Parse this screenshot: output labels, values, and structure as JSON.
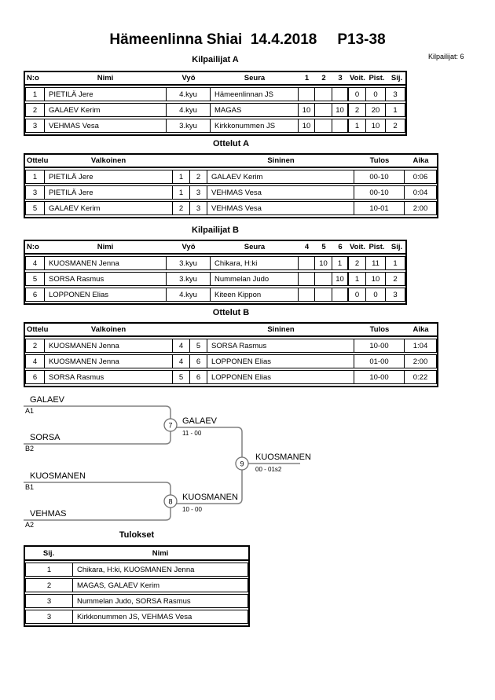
{
  "header": {
    "title": "Hämeenlinna Shiai  14.4.2018",
    "category": "P13-38",
    "competitor_count_label": "Kilpailijat: 6"
  },
  "pool_a": {
    "title": "Kilpailijat A",
    "columns": {
      "no": "N:o",
      "name": "Nimi",
      "belt": "Vyö",
      "club": "Seura",
      "c1": "1",
      "c2": "2",
      "c3": "3",
      "wins": "Voit.",
      "points": "Pist.",
      "place": "Sij."
    },
    "rows": [
      {
        "no": "1",
        "name": "PIETILÄ Jere",
        "belt": "4.kyu",
        "club": "Hämeenlinnan JS",
        "c1": "",
        "c2": "",
        "c3": "",
        "wins": "0",
        "points": "0",
        "place": "3"
      },
      {
        "no": "2",
        "name": "GALAEV Kerim",
        "belt": "4.kyu",
        "club": "MAGAS",
        "c1": "10",
        "c2": "",
        "c3": "10",
        "wins": "2",
        "points": "20",
        "place": "1"
      },
      {
        "no": "3",
        "name": "VEHMAS Vesa",
        "belt": "3.kyu",
        "club": "Kirkkonummen JS",
        "c1": "10",
        "c2": "",
        "c3": "",
        "wins": "1",
        "points": "10",
        "place": "2"
      }
    ]
  },
  "matches_a": {
    "title": "Ottelut A",
    "columns": {
      "no": "Ottelu",
      "white": "Valkoinen",
      "blue": "Sininen",
      "result": "Tulos",
      "time": "Aika"
    },
    "rows": [
      {
        "no": "1",
        "white": "PIETILÄ Jere",
        "wn": "1",
        "bn": "2",
        "blue": "GALAEV Kerim",
        "result": "00-10",
        "time": "0:06"
      },
      {
        "no": "3",
        "white": "PIETILÄ Jere",
        "wn": "1",
        "bn": "3",
        "blue": "VEHMAS Vesa",
        "result": "00-10",
        "time": "0:04"
      },
      {
        "no": "5",
        "white": "GALAEV Kerim",
        "wn": "2",
        "bn": "3",
        "blue": "VEHMAS Vesa",
        "result": "10-01",
        "time": "2:00"
      }
    ]
  },
  "pool_b": {
    "title": "Kilpailijat B",
    "columns": {
      "no": "N:o",
      "name": "Nimi",
      "belt": "Vyö",
      "club": "Seura",
      "c1": "4",
      "c2": "5",
      "c3": "6",
      "wins": "Voit.",
      "points": "Pist.",
      "place": "Sij."
    },
    "rows": [
      {
        "no": "4",
        "name": "KUOSMANEN Jenna",
        "belt": "3.kyu",
        "club": "Chikara, H:ki",
        "c1": "",
        "c2": "10",
        "c3": "1",
        "wins": "2",
        "points": "11",
        "place": "1"
      },
      {
        "no": "5",
        "name": "SORSA Rasmus",
        "belt": "3.kyu",
        "club": "Nummelan Judo",
        "c1": "",
        "c2": "",
        "c3": "10",
        "wins": "1",
        "points": "10",
        "place": "2"
      },
      {
        "no": "6",
        "name": "LOPPONEN Elias",
        "belt": "4.kyu",
        "club": "Kiteen Kippon",
        "c1": "",
        "c2": "",
        "c3": "",
        "wins": "0",
        "points": "0",
        "place": "3"
      }
    ]
  },
  "matches_b": {
    "title": "Ottelut B",
    "columns": {
      "no": "Ottelu",
      "white": "Valkoinen",
      "blue": "Sininen",
      "result": "Tulos",
      "time": "Aika"
    },
    "rows": [
      {
        "no": "2",
        "white": "KUOSMANEN Jenna",
        "wn": "4",
        "bn": "5",
        "blue": "SORSA Rasmus",
        "result": "10-00",
        "time": "1:04"
      },
      {
        "no": "4",
        "white": "KUOSMANEN Jenna",
        "wn": "4",
        "bn": "6",
        "blue": "LOPPONEN Elias",
        "result": "01-00",
        "time": "2:00"
      },
      {
        "no": "6",
        "white": "SORSA Rasmus",
        "wn": "5",
        "bn": "6",
        "blue": "LOPPONEN Elias",
        "result": "10-00",
        "time": "0:22"
      }
    ]
  },
  "bracket": {
    "semi1": {
      "top_name": "GALAEV",
      "top_seed": "A1",
      "bottom_name": "SORSA",
      "bottom_seed": "B2",
      "match_no": "7",
      "winner": "GALAEV",
      "score": "11 - 00"
    },
    "semi2": {
      "top_name": "KUOSMANEN",
      "top_seed": "B1",
      "bottom_name": "VEHMAS",
      "bottom_seed": "A2",
      "match_no": "8",
      "winner": "KUOSMANEN",
      "score": "10 - 00"
    },
    "final": {
      "match_no": "9",
      "winner": "KUOSMANEN",
      "score": "00 - 01s2"
    },
    "line_color": "#808080"
  },
  "results": {
    "title": "Tulokset",
    "columns": {
      "place": "Sij.",
      "name": "Nimi"
    },
    "rows": [
      {
        "place": "1",
        "name": "Chikara, H:ki, KUOSMANEN Jenna"
      },
      {
        "place": "2",
        "name": "MAGAS, GALAEV Kerim"
      },
      {
        "place": "3",
        "name": "Nummelan Judo, SORSA Rasmus"
      },
      {
        "place": "3",
        "name": "Kirkkonummen JS, VEHMAS Vesa"
      }
    ]
  }
}
